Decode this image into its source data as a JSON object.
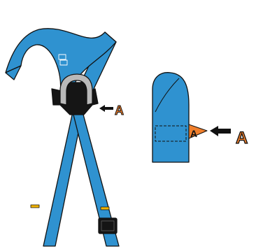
{
  "labels": {
    "marker_harness": "A",
    "marker_detail_outline": "A",
    "marker_detail_orange": "A"
  },
  "colors": {
    "strap_blue": "#2f92d0",
    "outline": "#111111",
    "buckle_black": "#151515",
    "buckle_metal": "#b9b9b9",
    "tag_orange": "#f07f2c",
    "stitch_yellow": "#f2b400",
    "background": "#ffffff"
  },
  "icons": {
    "harness": "chest-harness",
    "arrow": "arrow-left-icon",
    "buckle": "metal-d-ring-buckle",
    "adjuster": "strap-adjuster-buckle"
  }
}
